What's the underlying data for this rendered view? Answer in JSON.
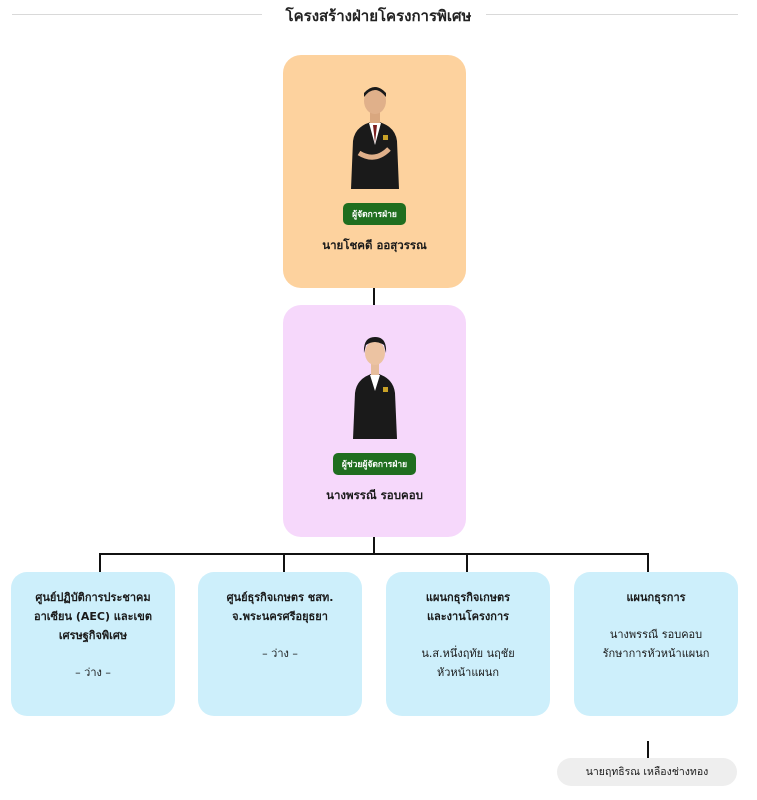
{
  "title": "โครงสร้างฝ่ายโครงการพิเศษ",
  "manager": {
    "role": "ผู้จัดการฝ่าย",
    "name": "นายโชคดี ออสุวรรณ"
  },
  "assistant": {
    "role": "ผู้ช่วยผู้จัดการฝ่าย",
    "name": "นางพรรณี รอบคอบ"
  },
  "departments": [
    {
      "name_lines": [
        "ศูนย์ปฏิบัติการประชาคม",
        "อาเซียน (AEC) และเขต",
        "เศรษฐกิจพิเศษ"
      ],
      "status_lines": [
        "– ว่าง –"
      ]
    },
    {
      "name_lines": [
        "ศูนย์ธุรกิจเกษตร ชสท.",
        "จ.พระนครศรีอยุธยา"
      ],
      "status_lines": [
        "– ว่าง –"
      ]
    },
    {
      "name_lines": [
        "แผนกธุรกิจเกษตร",
        "และงานโครงการ"
      ],
      "status_lines": [
        "น.ส.หนึ่งฤทัย นฤชัย",
        "หัวหน้าแผนก"
      ]
    },
    {
      "name_lines": [
        "แผนกธุรการ"
      ],
      "status_lines": [
        "นางพรรณี รอบคอบ",
        "รักษาการหัวหน้าแผนก"
      ]
    }
  ],
  "staff": {
    "name": "นายฤทธิรณ เหลืองช่างทอง"
  },
  "colors": {
    "manager_card": "#fdd29e",
    "assistant_card": "#f6d8fb",
    "dept_card": "#cdeffb",
    "badge": "#1f6e1f"
  }
}
